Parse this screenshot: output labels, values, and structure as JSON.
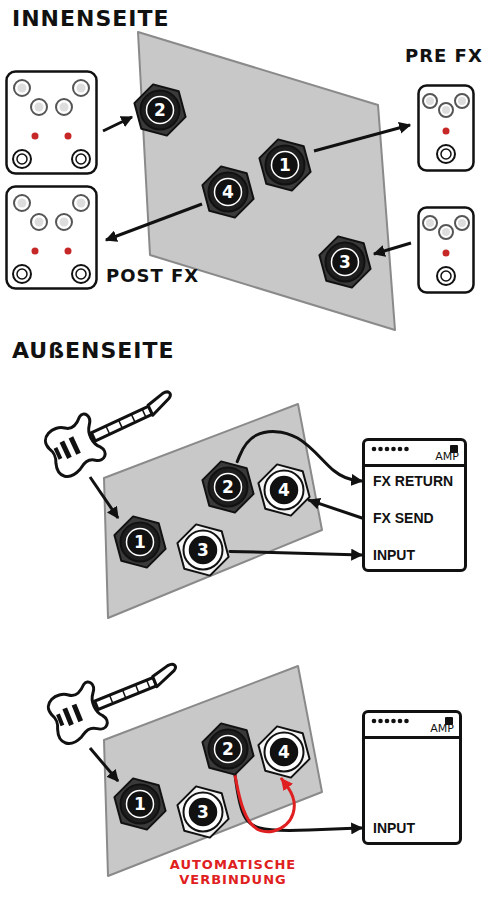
{
  "diagram": {
    "nodes": [
      {
        "text": [
          "2"
        ]
      },
      {
        "text": [
          "1"
        ]
      },
      {
        "text": [
          "4"
        ]
      },
      {
        "text": [
          "3"
        ]
      },
      {
        "text": [
          "2"
        ]
      },
      {
        "text": [
          "4"
        ]
      },
      {
        "text": [
          "AMP",
          "FX RETURN",
          "FX SEND",
          "INPUT"
        ]
      },
      {
        "text": [
          "1"
        ]
      },
      {
        "text": [
          "3"
        ]
      },
      {
        "text": [
          "2"
        ]
      },
      {
        "text": [
          "4"
        ]
      },
      {
        "text": [
          "AMP",
          "INPUT"
        ]
      },
      {
        "text": [
          "1"
        ]
      },
      {
        "text": [
          "3"
        ]
      }
    ],
    "edges": [
      {
        "from": 4,
        "to": 6,
        "arrow": "to"
      },
      {
        "from": 6,
        "to": 5,
        "arrow": "to"
      },
      {
        "from": 8,
        "to": 6,
        "arrow": "to"
      },
      {
        "from": 9,
        "to": 11,
        "arrow": "to"
      },
      {
        "from": 9,
        "to": 10,
        "arrow": "to"
      }
    ],
    "labels": [
      "INNENSEITE",
      "PRE FX",
      "POST FX",
      "AUßENSEITE",
      "AUTOMATISCHE VERBINDUNG"
    ]
  }
}
